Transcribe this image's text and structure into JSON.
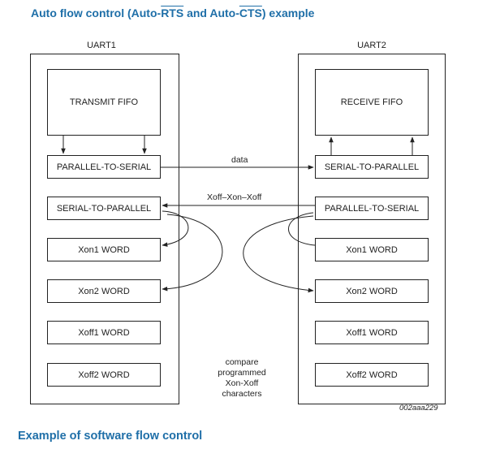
{
  "heading": {
    "prefix": "Auto flow control (Auto-",
    "rts": "RTS",
    "middle": " and Auto-",
    "cts": "CTS",
    "suffix": ") example"
  },
  "uart1": {
    "title": "UART1",
    "fifo": "TRANSMIT FIFO",
    "blocks": [
      "PARALLEL-TO-SERIAL",
      "SERIAL-TO-PARALLEL",
      "Xon1 WORD",
      "Xon2 WORD",
      "Xoff1 WORD",
      "Xoff2 WORD"
    ]
  },
  "uart2": {
    "title": "UART2",
    "fifo": "RECEIVE FIFO",
    "blocks": [
      "SERIAL-TO-PARALLEL",
      "PARALLEL-TO-SERIAL",
      "Xon1 WORD",
      "Xon2 WORD",
      "Xoff1 WORD",
      "Xoff2 WORD"
    ]
  },
  "links": {
    "data": "data",
    "xoff_xon": "Xoff–Xon–Xoff"
  },
  "compare_note": "compare\nprogrammed\nXon-Xoff\ncharacters",
  "figure_ref": "002aaa229",
  "footer": "Example of software flow control"
}
